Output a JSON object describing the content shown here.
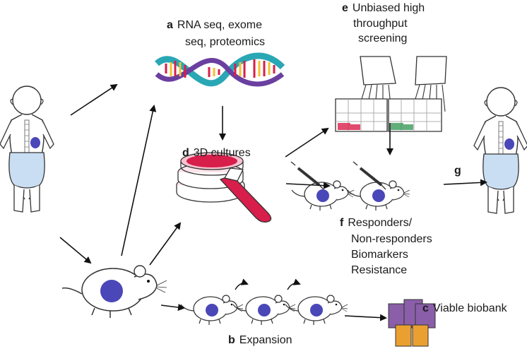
{
  "panels": {
    "a": {
      "letter": "a",
      "line1": "RNA seq, exome",
      "line2": "seq, proteomics"
    },
    "b": {
      "letter": "b",
      "text": "Expansion"
    },
    "c": {
      "letter": "c",
      "text": "Viable biobank"
    },
    "d": {
      "letter": "d",
      "text": "3D cultures"
    },
    "e": {
      "letter": "e",
      "line1": "Unbiased high",
      "line2": "throughput",
      "line3": "screening"
    },
    "f": {
      "letter": "f",
      "line1": "Responders/",
      "line2": "Non-responders",
      "line3": "Biomarkers",
      "line4": "Resistance"
    },
    "g": {
      "letter": "g"
    }
  },
  "colors": {
    "tumor": "#4a47b8",
    "diaper": "#c9def2",
    "culture_red": "#d81e4a",
    "dna_teal": "#2aa7b5",
    "dna_purple": "#6a3fa0",
    "freezer_purple": "#8a5ea8",
    "freezer_orange": "#e9a030",
    "green": "#3a9a5a"
  },
  "icons": [
    "infant-icon",
    "mouse-icon",
    "dna-icon",
    "petri-dish-icon",
    "test-tube-icon",
    "pipette-plate-icon",
    "syringe-icon",
    "cryovial-icon",
    "curved-arrow-icon"
  ]
}
